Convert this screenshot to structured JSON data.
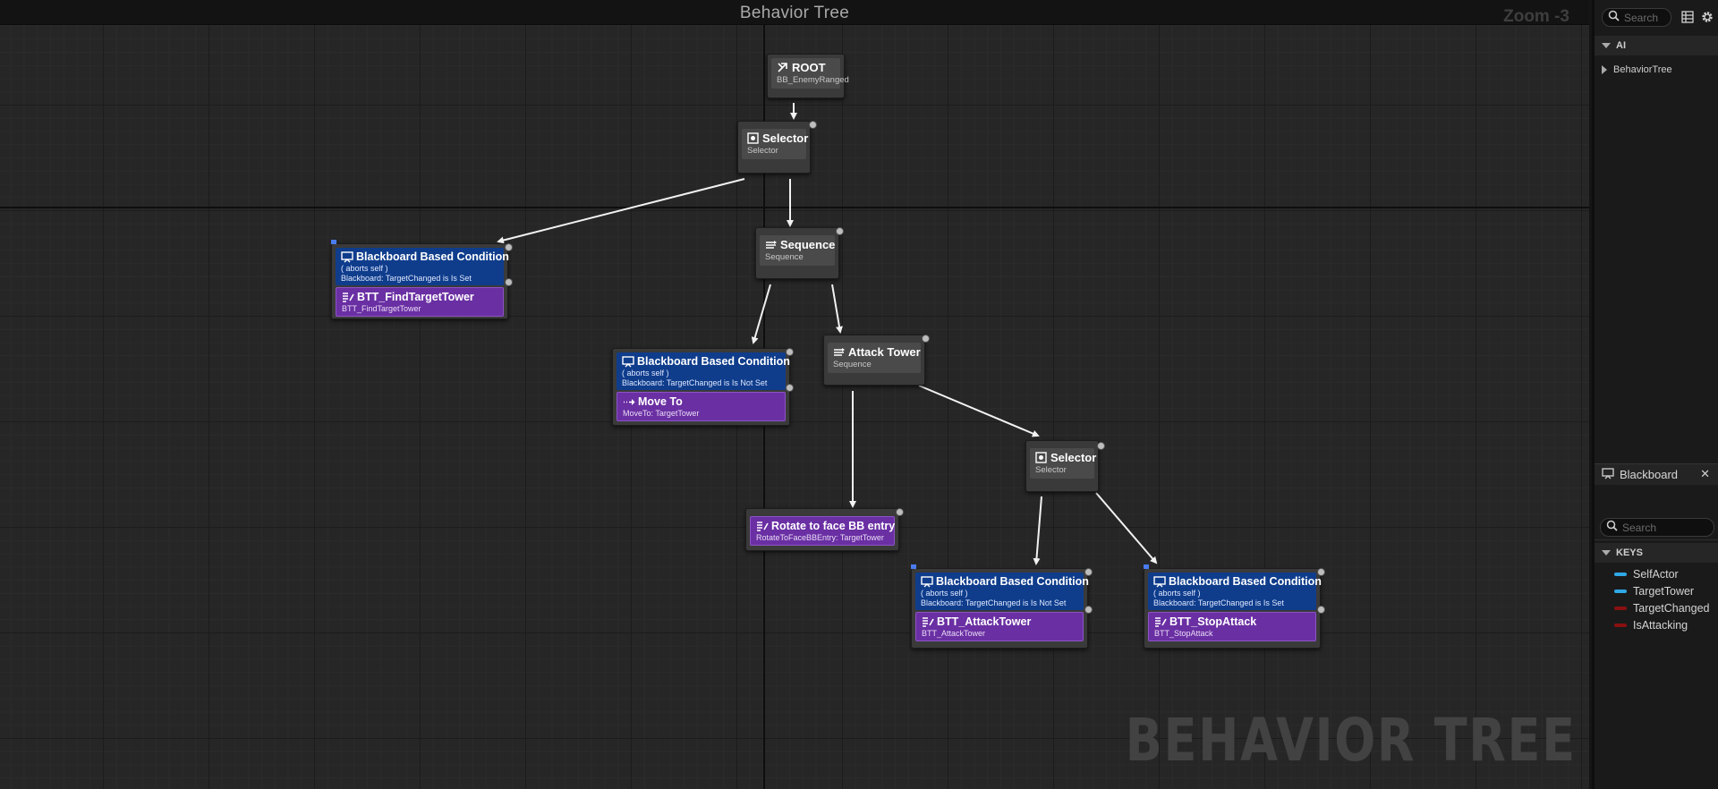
{
  "graph": {
    "title": "Behavior Tree",
    "zoom_label": "Zoom -3",
    "watermark": "BEHAVIOR TREE"
  },
  "nodes": {
    "root": {
      "name": "ROOT",
      "sub": "BB_EnemyRanged"
    },
    "selector_top": {
      "name": "Selector",
      "sub": "Selector"
    },
    "sequence": {
      "name": "Sequence",
      "sub": "Sequence"
    },
    "find_target": {
      "cond_name": "Blackboard Based Condition",
      "cond_abort": "( aborts self )",
      "cond_desc": "Blackboard: TargetChanged is Is Set",
      "task_name": "BTT_FindTargetTower",
      "task_sub": "BTT_FindTargetTower"
    },
    "move_to": {
      "cond_name": "Blackboard Based Condition",
      "cond_abort": "( aborts self )",
      "cond_desc": "Blackboard: TargetChanged is Is Not Set",
      "task_name": "Move To",
      "task_sub": "MoveTo: TargetTower"
    },
    "attack_tower": {
      "name": "Attack Tower",
      "sub": "Sequence"
    },
    "rotate": {
      "task_name": "Rotate to face BB entry",
      "task_sub": "RotateToFaceBBEntry: TargetTower"
    },
    "selector_low": {
      "name": "Selector",
      "sub": "Selector"
    },
    "attack": {
      "cond_name": "Blackboard Based Condition",
      "cond_abort": "( aborts self )",
      "cond_desc": "Blackboard: TargetChanged is Is Not Set",
      "task_name": "BTT_AttackTower",
      "task_sub": "BTT_AttackTower"
    },
    "stop_attack": {
      "cond_name": "Blackboard Based Condition",
      "cond_abort": "( aborts self )",
      "cond_desc": "Blackboard: TargetChanged is Is Set",
      "task_name": "BTT_StopAttack",
      "task_sub": "BTT_StopAttack"
    }
  },
  "panel": {
    "search_placeholder": "Search",
    "category_ai": "AI",
    "tree_item": "BehaviorTree",
    "blackboard_tab": "Blackboard",
    "bb_search_placeholder": "Search",
    "keys_header": "KEYS",
    "keys": [
      {
        "name": "SelfActor",
        "color": "#2fa8e6"
      },
      {
        "name": "TargetTower",
        "color": "#2fa8e6"
      },
      {
        "name": "TargetChanged",
        "color": "#8a1010"
      },
      {
        "name": "IsAttacking",
        "color": "#8a1010"
      }
    ]
  },
  "colors": {
    "condition": "#0f3d8c",
    "task": "#6a2fa3",
    "composite": "#4a4a4a",
    "background": "#262626"
  }
}
